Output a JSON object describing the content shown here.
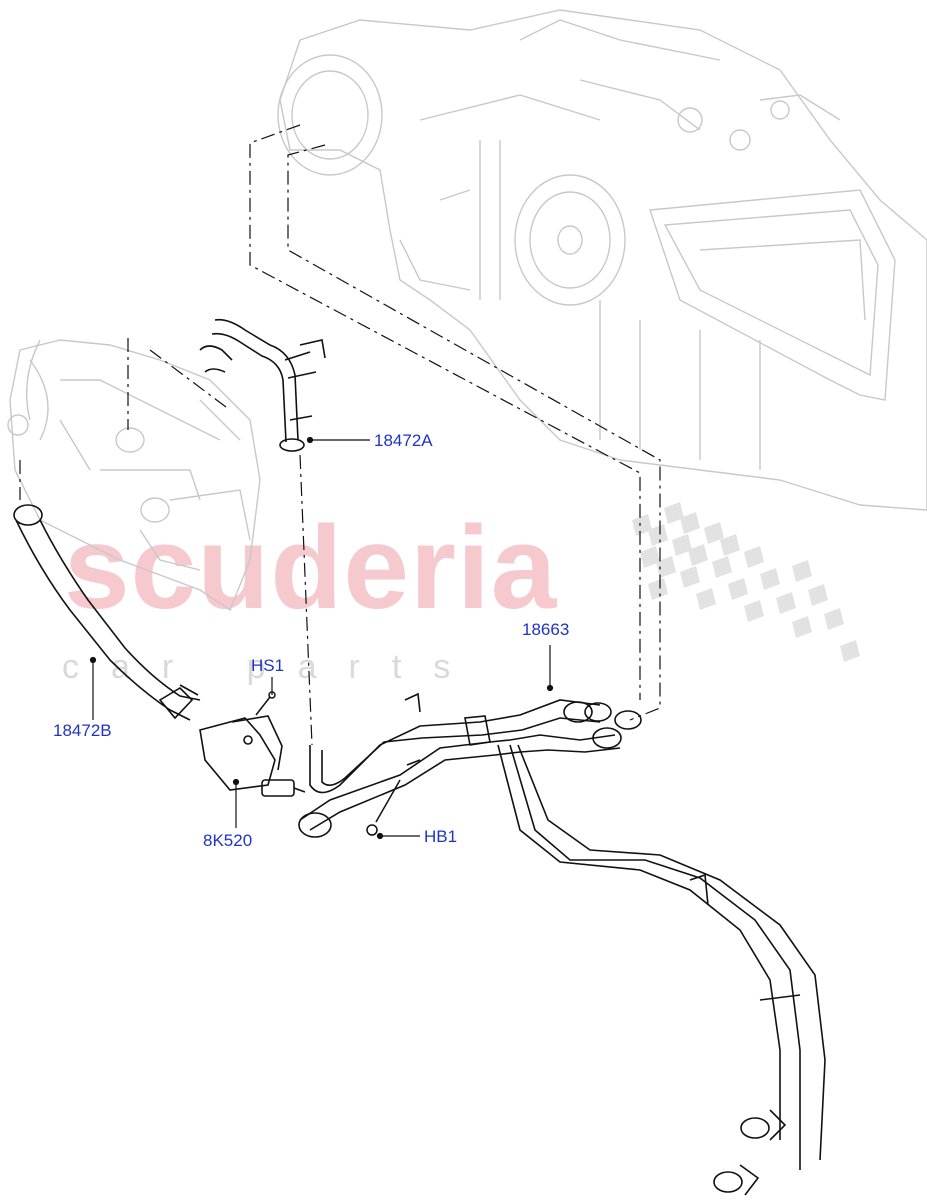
{
  "watermark": {
    "brand": "scuderia",
    "sub": "car parts"
  },
  "callouts": [
    {
      "id": "18472A",
      "text": "18472A"
    },
    {
      "id": "18663",
      "text": "18663"
    },
    {
      "id": "HS1",
      "text": "HS1"
    },
    {
      "id": "18472B",
      "text": "18472B"
    },
    {
      "id": "8K520",
      "text": "8K520"
    },
    {
      "id": "HB1",
      "text": "HB1"
    }
  ],
  "colors": {
    "callout": "#1f33c7",
    "line": "#111111",
    "ghost": "#c8c8c8",
    "watermark": "#f6c9cf"
  }
}
